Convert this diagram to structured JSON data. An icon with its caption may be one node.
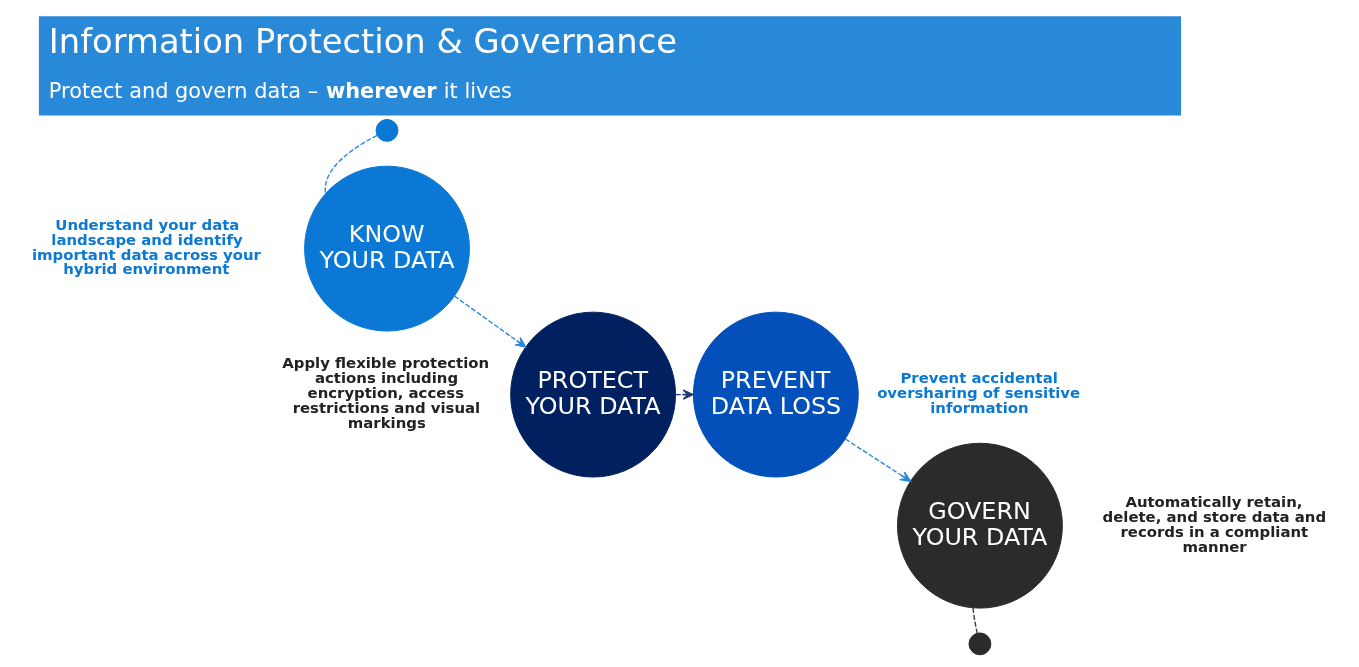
{
  "diagram": {
    "title": "Information Protection & Governance",
    "caption": "Protect and govern data – **wherever** it lives",
    "nodes": [
      {
        "text": [
          "KNOW YOUR DATA"
        ],
        "beside": [
          "Understand your data landscape and identify important data across your hybrid environment"
        ]
      },
      {
        "text": [
          "PROTECT YOUR DATA"
        ],
        "beside": [
          "Apply flexible protection actions including encryption, access restrictions and visual markings"
        ]
      },
      {
        "text": [
          "PREVENT DATA LOSS"
        ],
        "beside": [
          "Prevent accidental oversharing of sensitive information"
        ]
      },
      {
        "text": [
          "GOVERN YOUR DATA"
        ],
        "beside": [
          "Automatically retain, delete, and store data and records in a compliant manner"
        ]
      },
      {
        "text": [],
        "shape": "circle"
      },
      {
        "text": [],
        "shape": "circle"
      }
    ],
    "edges": [
      {
        "from": 4,
        "to": 0,
        "arrow": "none",
        "style": "dashed"
      },
      {
        "from": 0,
        "to": 1,
        "arrow": "to",
        "style": "dashed"
      },
      {
        "from": 1,
        "to": 2,
        "arrow": "to",
        "style": "dashed",
        "color": "#1f3a75"
      },
      {
        "from": 2,
        "to": 3,
        "arrow": "to",
        "style": "dashed"
      },
      {
        "from": 3,
        "to": 5,
        "arrow": "none",
        "style": "dashed",
        "color": "#3c3c3c"
      }
    ]
  }
}
